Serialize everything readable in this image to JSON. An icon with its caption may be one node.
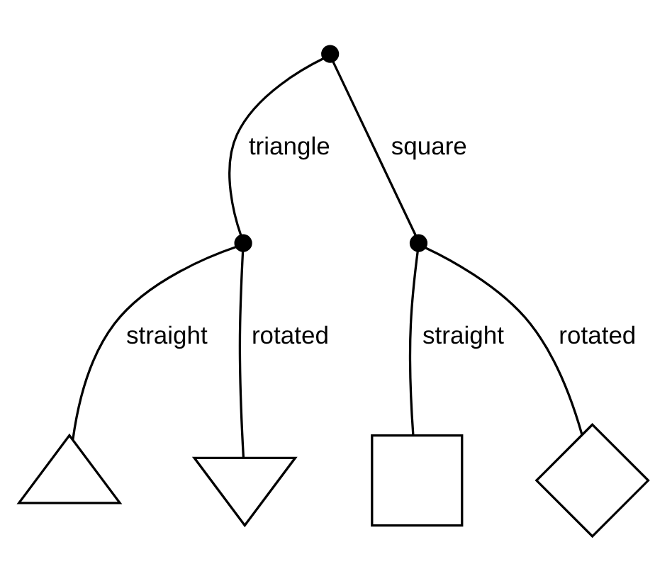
{
  "diagram": {
    "nodes": [
      {
        "text": [],
        "shape": "circle"
      },
      {
        "text": [],
        "shape": "circle"
      },
      {
        "text": [],
        "shape": "circle"
      },
      {
        "text": [],
        "shape": "triangle"
      },
      {
        "text": [],
        "shape": "invtriangle"
      },
      {
        "text": [],
        "shape": "square"
      },
      {
        "text": [],
        "shape": "diamond"
      }
    ],
    "edges": [
      {
        "from": 0,
        "to": 1,
        "arrow": "none",
        "label": "triangle"
      },
      {
        "from": 0,
        "to": 2,
        "arrow": "none",
        "label": "square"
      },
      {
        "from": 1,
        "to": 3,
        "arrow": "none",
        "label": "straight"
      },
      {
        "from": 1,
        "to": 4,
        "arrow": "none",
        "label": "rotated"
      },
      {
        "from": 2,
        "to": 5,
        "arrow": "none",
        "label": "straight"
      },
      {
        "from": 2,
        "to": 6,
        "arrow": "none",
        "label": "rotated"
      }
    ]
  }
}
